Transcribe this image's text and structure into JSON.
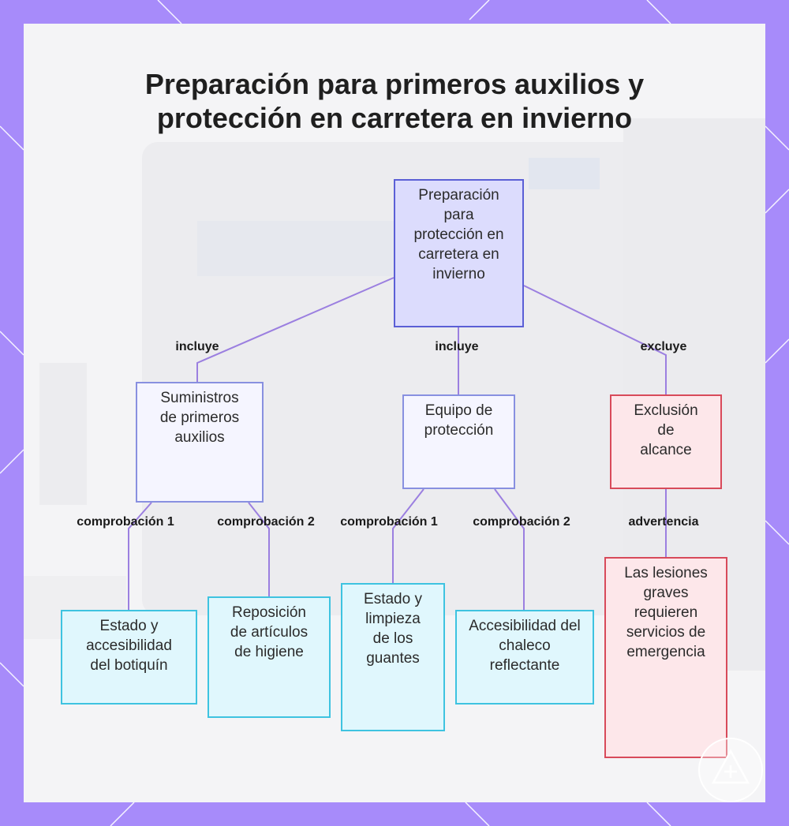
{
  "title_lines": [
    "Preparación para primeros auxilios y",
    "protección en carretera en invierno"
  ],
  "nodes": {
    "root": "Preparación para protección en carretera en invierno",
    "supplies": "Suministros de primeros auxilios",
    "equipment": "Equipo de protección",
    "exclusion": "Exclusión de alcance",
    "kit": "Estado y accesibilidad del botiquín",
    "hygiene": "Reposición de artículos de higiene",
    "gloves": "Estado y limpieza de los guantes",
    "vest": "Accesibilidad del chaleco reflectante",
    "injuries": "Las lesiones graves requieren servicios de emergencia"
  },
  "edges": {
    "root_supplies": "incluye",
    "root_equipment": "incluye",
    "root_exclusion": "excluye",
    "supplies_kit": "comprobación 1",
    "supplies_hygiene": "comprobación 2",
    "equipment_gloves": "comprobación 1",
    "equipment_vest": "comprobación 2",
    "exclusion_injuries": "advertencia"
  },
  "colors": {
    "frame": "#a78bfa",
    "connector": "#9b7fe0",
    "root_fill": "#dcdcfd",
    "leaf_fill": "#e0f7fd",
    "exclusion_fill": "#fde7ea",
    "exclusion_border": "#d84a5a"
  }
}
